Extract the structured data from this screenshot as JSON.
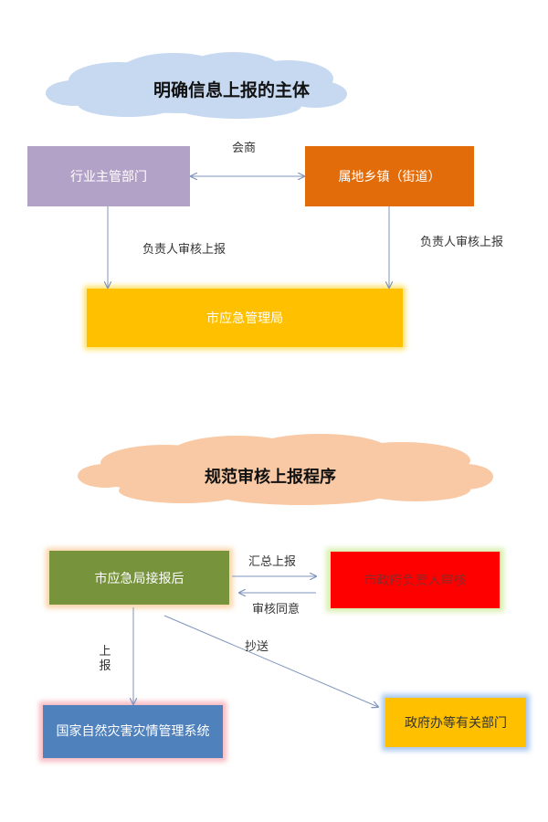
{
  "section1": {
    "title": "明确信息上报的主体",
    "box_left": "行业主管部门",
    "box_right": "属地乡镇（街道）",
    "box_bottom": "市应急管理局",
    "label_between": "会商",
    "label_left_down": "负责人审核上报",
    "label_right_down": "负责人审核上报"
  },
  "section2": {
    "title": "规范审核上报程序",
    "box_left": "市应急局接报后",
    "box_right": "市政府负责人审核",
    "box_bottom_left": "国家自然灾害灾情管理系统",
    "box_bottom_right": "政府办等有关部门",
    "label_to_right": "汇总上报",
    "label_to_left": "审核同意",
    "label_down": "上报",
    "label_diag": "抄送"
  },
  "colors": {
    "cloud_blue": "#c6d9f1",
    "cloud_orange": "#f8c9a4",
    "purple": "#b3a2c7",
    "orange": "#e36c0a",
    "gold": "#ffc000",
    "green": "#77933c",
    "red": "#ff0000",
    "blue": "#4f81bd",
    "arrow": "#8ea4c8"
  }
}
